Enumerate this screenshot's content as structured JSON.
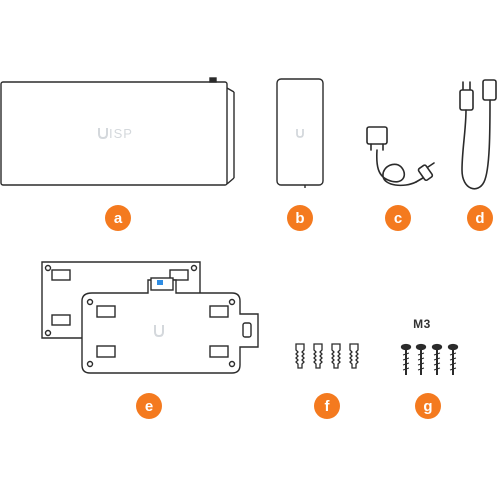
{
  "items": [
    {
      "badge": "a",
      "logo": "ISP"
    },
    {
      "badge": "b"
    },
    {
      "badge": "c"
    },
    {
      "badge": "d"
    },
    {
      "badge": "e"
    },
    {
      "badge": "f"
    },
    {
      "badge": "g",
      "label": "M3"
    }
  ],
  "colors": {
    "badge": "#f47a1f",
    "outline": "#2b2b2b",
    "logo": "#d4d8dc",
    "blue_tab": "#2f8de4"
  }
}
